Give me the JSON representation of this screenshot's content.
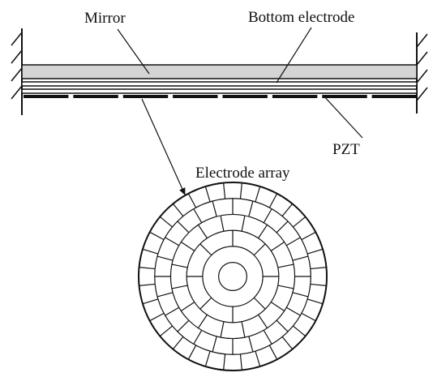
{
  "labels": {
    "mirror": "Mirror",
    "bottom_electrode": "Bottom electrode",
    "pzt": "PZT",
    "electrode_array": "Electrode array"
  },
  "structure": {
    "pzt_segment_count": 8
  },
  "electrode_array": {
    "ring_segments": [
      1,
      8,
      16,
      24,
      32
    ]
  },
  "colors": {
    "mirror_fill": "#d4d4d4",
    "ink": "#111111",
    "background": "#ffffff"
  }
}
